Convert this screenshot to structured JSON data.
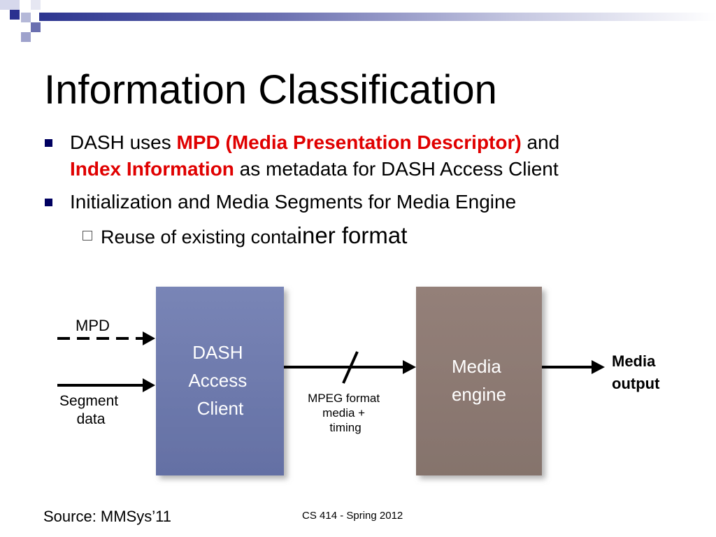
{
  "title": "Information Classification",
  "bullets": [
    {
      "p1": "DASH uses ",
      "p2": "MPD (Media Presentation Descriptor)",
      "p3": " and ",
      "p4": "Index Information",
      "p5": " as metadata for DASH Access Client"
    },
    {
      "text": "Initialization and Media Segments for Media Engine"
    }
  ],
  "sub_bullet": {
    "part_small": "Reuse of existing conta",
    "part_large": "iner format"
  },
  "diagram": {
    "left_box": [
      "DASH",
      "Access",
      "Client"
    ],
    "right_box": [
      "Media",
      "engine"
    ],
    "mpd_label": "MPD",
    "segment_label": [
      "Segment",
      "data"
    ],
    "mid_label": [
      "MPEG format",
      "media +",
      "timing"
    ],
    "output_label": [
      "Media",
      "output"
    ],
    "colors": {
      "left_box": "#6f7bad",
      "right_box": "#8c7a72"
    }
  },
  "source": "Source: MMSys’11",
  "footer": "CS 414 - Spring 2012"
}
